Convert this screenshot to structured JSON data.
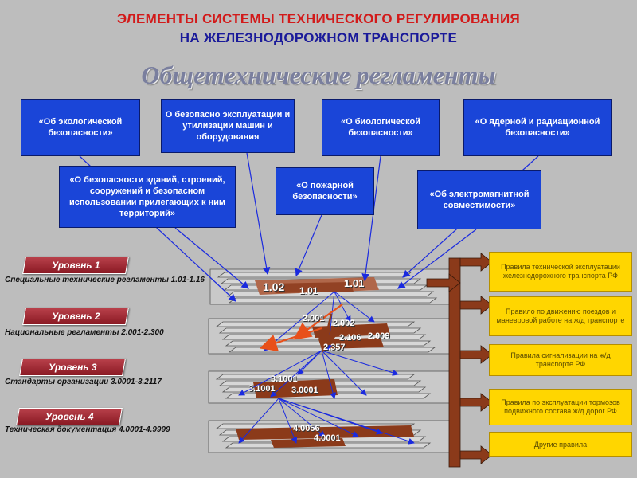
{
  "header": {
    "title_line1": "ЭЛЕМЕНТЫ СИСТЕМЫ ТЕХНИЧЕСКОГО РЕГУЛИРОВАНИЯ",
    "title_line2": "НА ЖЕЛЕЗНОДОРОЖНОМ ТРАНСПОРТЕ",
    "subtitle": "Общетехнические регламенты"
  },
  "regulations": {
    "ecological": "«Об экологической безопасности»",
    "machines": "О безопасно эксплуатации и утилизации машин и оборудования",
    "biological": "«О биологической безопасности»",
    "nuclear": "«О ядерной и радиационной безопасности»",
    "buildings": "«О безопасности зданий, строений, сооружений и безопасном использовании прилегающих к ним территорий»",
    "fire": "«О пожарной безопасности»",
    "electromagnetic": "«Об электромагнитной совместимости»"
  },
  "levels": [
    {
      "label": "Уровень 1",
      "desc": "Специальные технические регламенты 1.01-1.16"
    },
    {
      "label": "Уровень 2",
      "desc": "Национальные регламенты 2.001-2.300"
    },
    {
      "label": "Уровень 3",
      "desc": "Стандарты организации 3.0001-3.2117"
    },
    {
      "label": "Уровень 4",
      "desc": "Техническая документация 4.0001-4.9999"
    }
  ],
  "stack_labels": {
    "l1_a": "1.02",
    "l1_b": "1.01",
    "l1_c": "1.01",
    "l2_a": "2.001",
    "l2_b": "2.002",
    "l2_c": "2.106",
    "l2_d": "2.009",
    "l2_e": "2.357",
    "l3_a": "3.1001",
    "l3_b": "3.1001",
    "l3_c": "3.0001",
    "l4_a": "4.0056",
    "l4_b": "4.0001"
  },
  "rules": [
    "Правила технической эксплуатации железнодорожного транспорта РФ",
    "Правило по движению поездов и маневровой работе на ж/д транспорте",
    "Правила сигнализации на ж/д транспорте РФ",
    "Правила по эксплуатации тормозов подвижного состава ж/д дорог РФ",
    "Другие правила"
  ],
  "colors": {
    "title_red": "#d21a1a",
    "title_blue": "#1a1a9a",
    "box_blue": "#1a45d8",
    "level_red": "#8a1a24",
    "bar_brown": "#8b3a1a",
    "rule_yellow": "#ffd600",
    "arrow_orange": "#e8501a"
  }
}
